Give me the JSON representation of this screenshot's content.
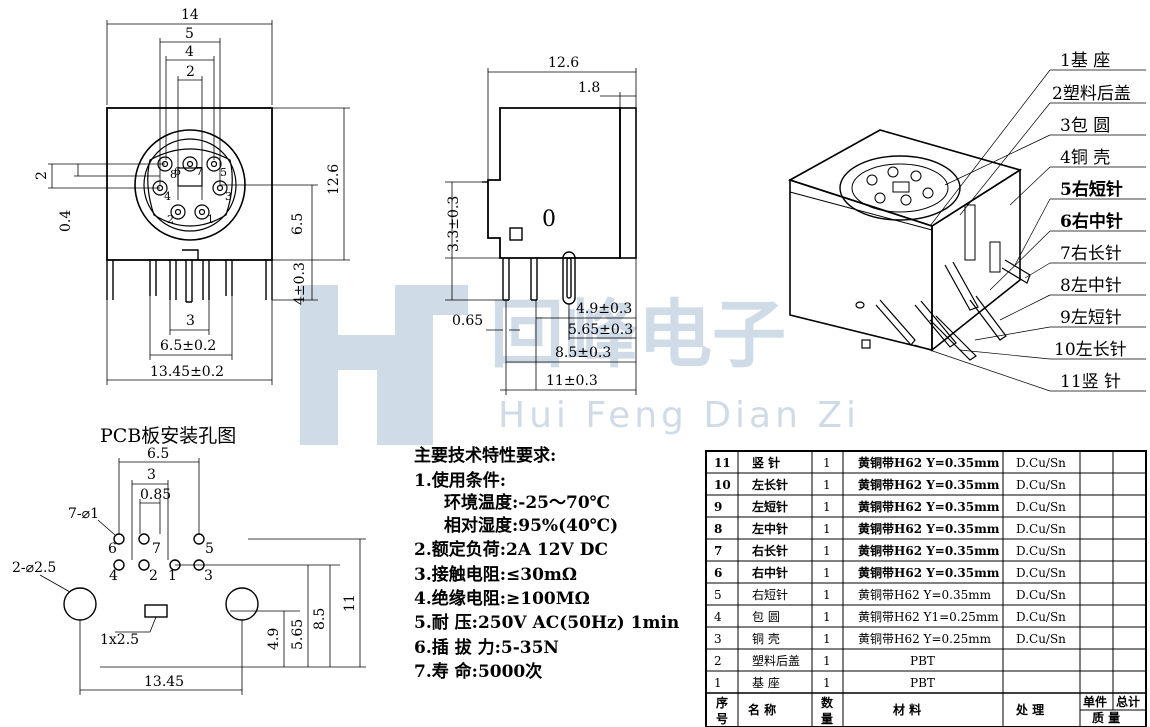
{
  "front_view": {
    "dims": {
      "w14": "14",
      "w5": "5",
      "w4": "4",
      "w2": "2",
      "h2": "2",
      "h04": "0.4",
      "h65": "6.5",
      "h126": "12.6",
      "h4_03": "4±0.3",
      "b3": "3",
      "b65": "6.5±0.2",
      "b1345": "13.45±0.2"
    },
    "pins": [
      "8",
      "6",
      "7",
      "5",
      "3",
      "4",
      "2",
      "1"
    ]
  },
  "side_view": {
    "dims": {
      "l126": "12.6",
      "l18": "1.8",
      "v33": "3.3±0.3",
      "v065": "0.65",
      "d49": "4.9±0.3",
      "d565": "5.65±0.3",
      "d85": "8.5±0.3",
      "d11": "11±0.3"
    },
    "body_mark": "0"
  },
  "part_labels": [
    "1基  座",
    "2塑料后盖",
    "3包  圆",
    "4铜  壳",
    "5右短针",
    "6右中针",
    "7右长针",
    "8左中针",
    "9左短针",
    "10左长针",
    "11竖  针"
  ],
  "pcb": {
    "title": "PCB板安装孔图",
    "dims": {
      "p65": "6.5",
      "p3": "3",
      "p085": "0.85",
      "hole1": "7-⌀1",
      "hole25": "2-⌀2.5",
      "p1x25": "1x2.5",
      "p49": "4.9",
      "p565": "5.65",
      "p85": "8.5",
      "p11": "11",
      "p1345": "13.45"
    },
    "hole_labels": [
      "6",
      "7",
      "5",
      "4",
      "2",
      "1",
      "3"
    ]
  },
  "requirements": {
    "title": "主要技术特性要求:",
    "lines": [
      "1.使用条件:",
      "环境温度:-25～70℃",
      "相对湿度:95%(40℃)",
      "2.额定负荷:2A 12V DC",
      "3.接触电阻:≤30mΩ",
      "4.绝缘电阻:≥100MΩ",
      "5.耐    压:250V AC(50Hz) 1min",
      "6.插 拔 力:5-35N",
      "7.寿    命:5000次"
    ]
  },
  "watermark": {
    "cn": "回峰电子",
    "en": "Hui Feng Dian Zi"
  },
  "bom": {
    "rows": [
      [
        "11",
        "竖  针",
        "1",
        "黄铜带H62 Y=0.35mm",
        "D.Cu/Sn"
      ],
      [
        "10",
        "左长针",
        "1",
        "黄铜带H62 Y=0.35mm",
        "D.Cu/Sn"
      ],
      [
        "9",
        "左短针",
        "1",
        "黄铜带H62 Y=0.35mm",
        "D.Cu/Sn"
      ],
      [
        "8",
        "左中针",
        "1",
        "黄铜带H62 Y=0.35mm",
        "D.Cu/Sn"
      ],
      [
        "7",
        "右长针",
        "1",
        "黄铜带H62 Y=0.35mm",
        "D.Cu/Sn"
      ],
      [
        "6",
        "右中针",
        "1",
        "黄铜带H62 Y=0.35mm",
        "D.Cu/Sn"
      ],
      [
        "5",
        "右短针",
        "1",
        "黄铜带H62 Y=0.35mm",
        "D.Cu/Sn"
      ],
      [
        "4",
        "包  圆",
        "1",
        "黄铜带H62 Y1=0.25mm",
        "D.Cu/Sn"
      ],
      [
        "3",
        "铜  壳",
        "1",
        "黄铜带H62 Y=0.25mm",
        "D.Cu/Sn"
      ],
      [
        "2",
        "塑料后盖",
        "1",
        "PBT",
        ""
      ],
      [
        "1",
        "基  座",
        "1",
        "PBT",
        ""
      ]
    ],
    "header": {
      "no_top": "序",
      "no_bot": "号",
      "name": "名    称",
      "qty_top": "数",
      "qty_bot": "量",
      "material": "材    料",
      "process": "处    理",
      "unit": "单件",
      "total": "总计",
      "mass": "质    量"
    }
  }
}
